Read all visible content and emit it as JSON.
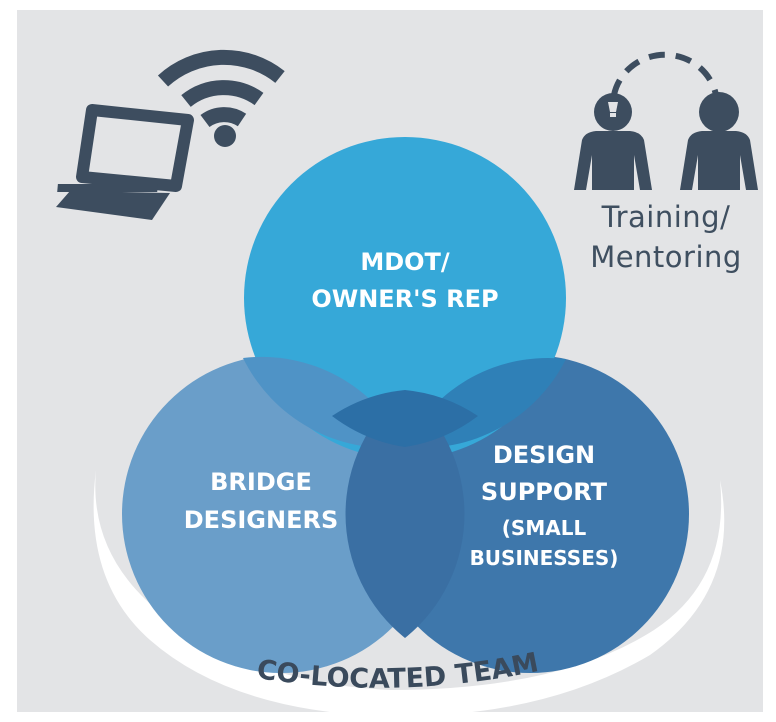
{
  "circles": {
    "top": {
      "label_line1": "MDOT/",
      "label_line2": "OWNER'S REP",
      "color": "#36a8d8"
    },
    "left": {
      "label_line1": "BRIDGE",
      "label_line2": "DESIGNERS",
      "color": "#6a9ec9"
    },
    "right": {
      "label_line1": "DESIGN",
      "label_line2": "SUPPORT",
      "label_line3": "(SMALL",
      "label_line4": "BUSINESSES)",
      "color": "#3e77ab"
    }
  },
  "training": {
    "line1": "Training/",
    "line2": "Mentoring"
  },
  "team_label": "CO-LOCATED TEAM",
  "icons": {
    "laptop": "laptop-icon",
    "wifi": "wifi-icon",
    "mentoring": "people-mentoring-icon"
  },
  "colors": {
    "background": "#e3e4e6",
    "icon": "#3d4d5f",
    "ring": "#ffffff"
  }
}
